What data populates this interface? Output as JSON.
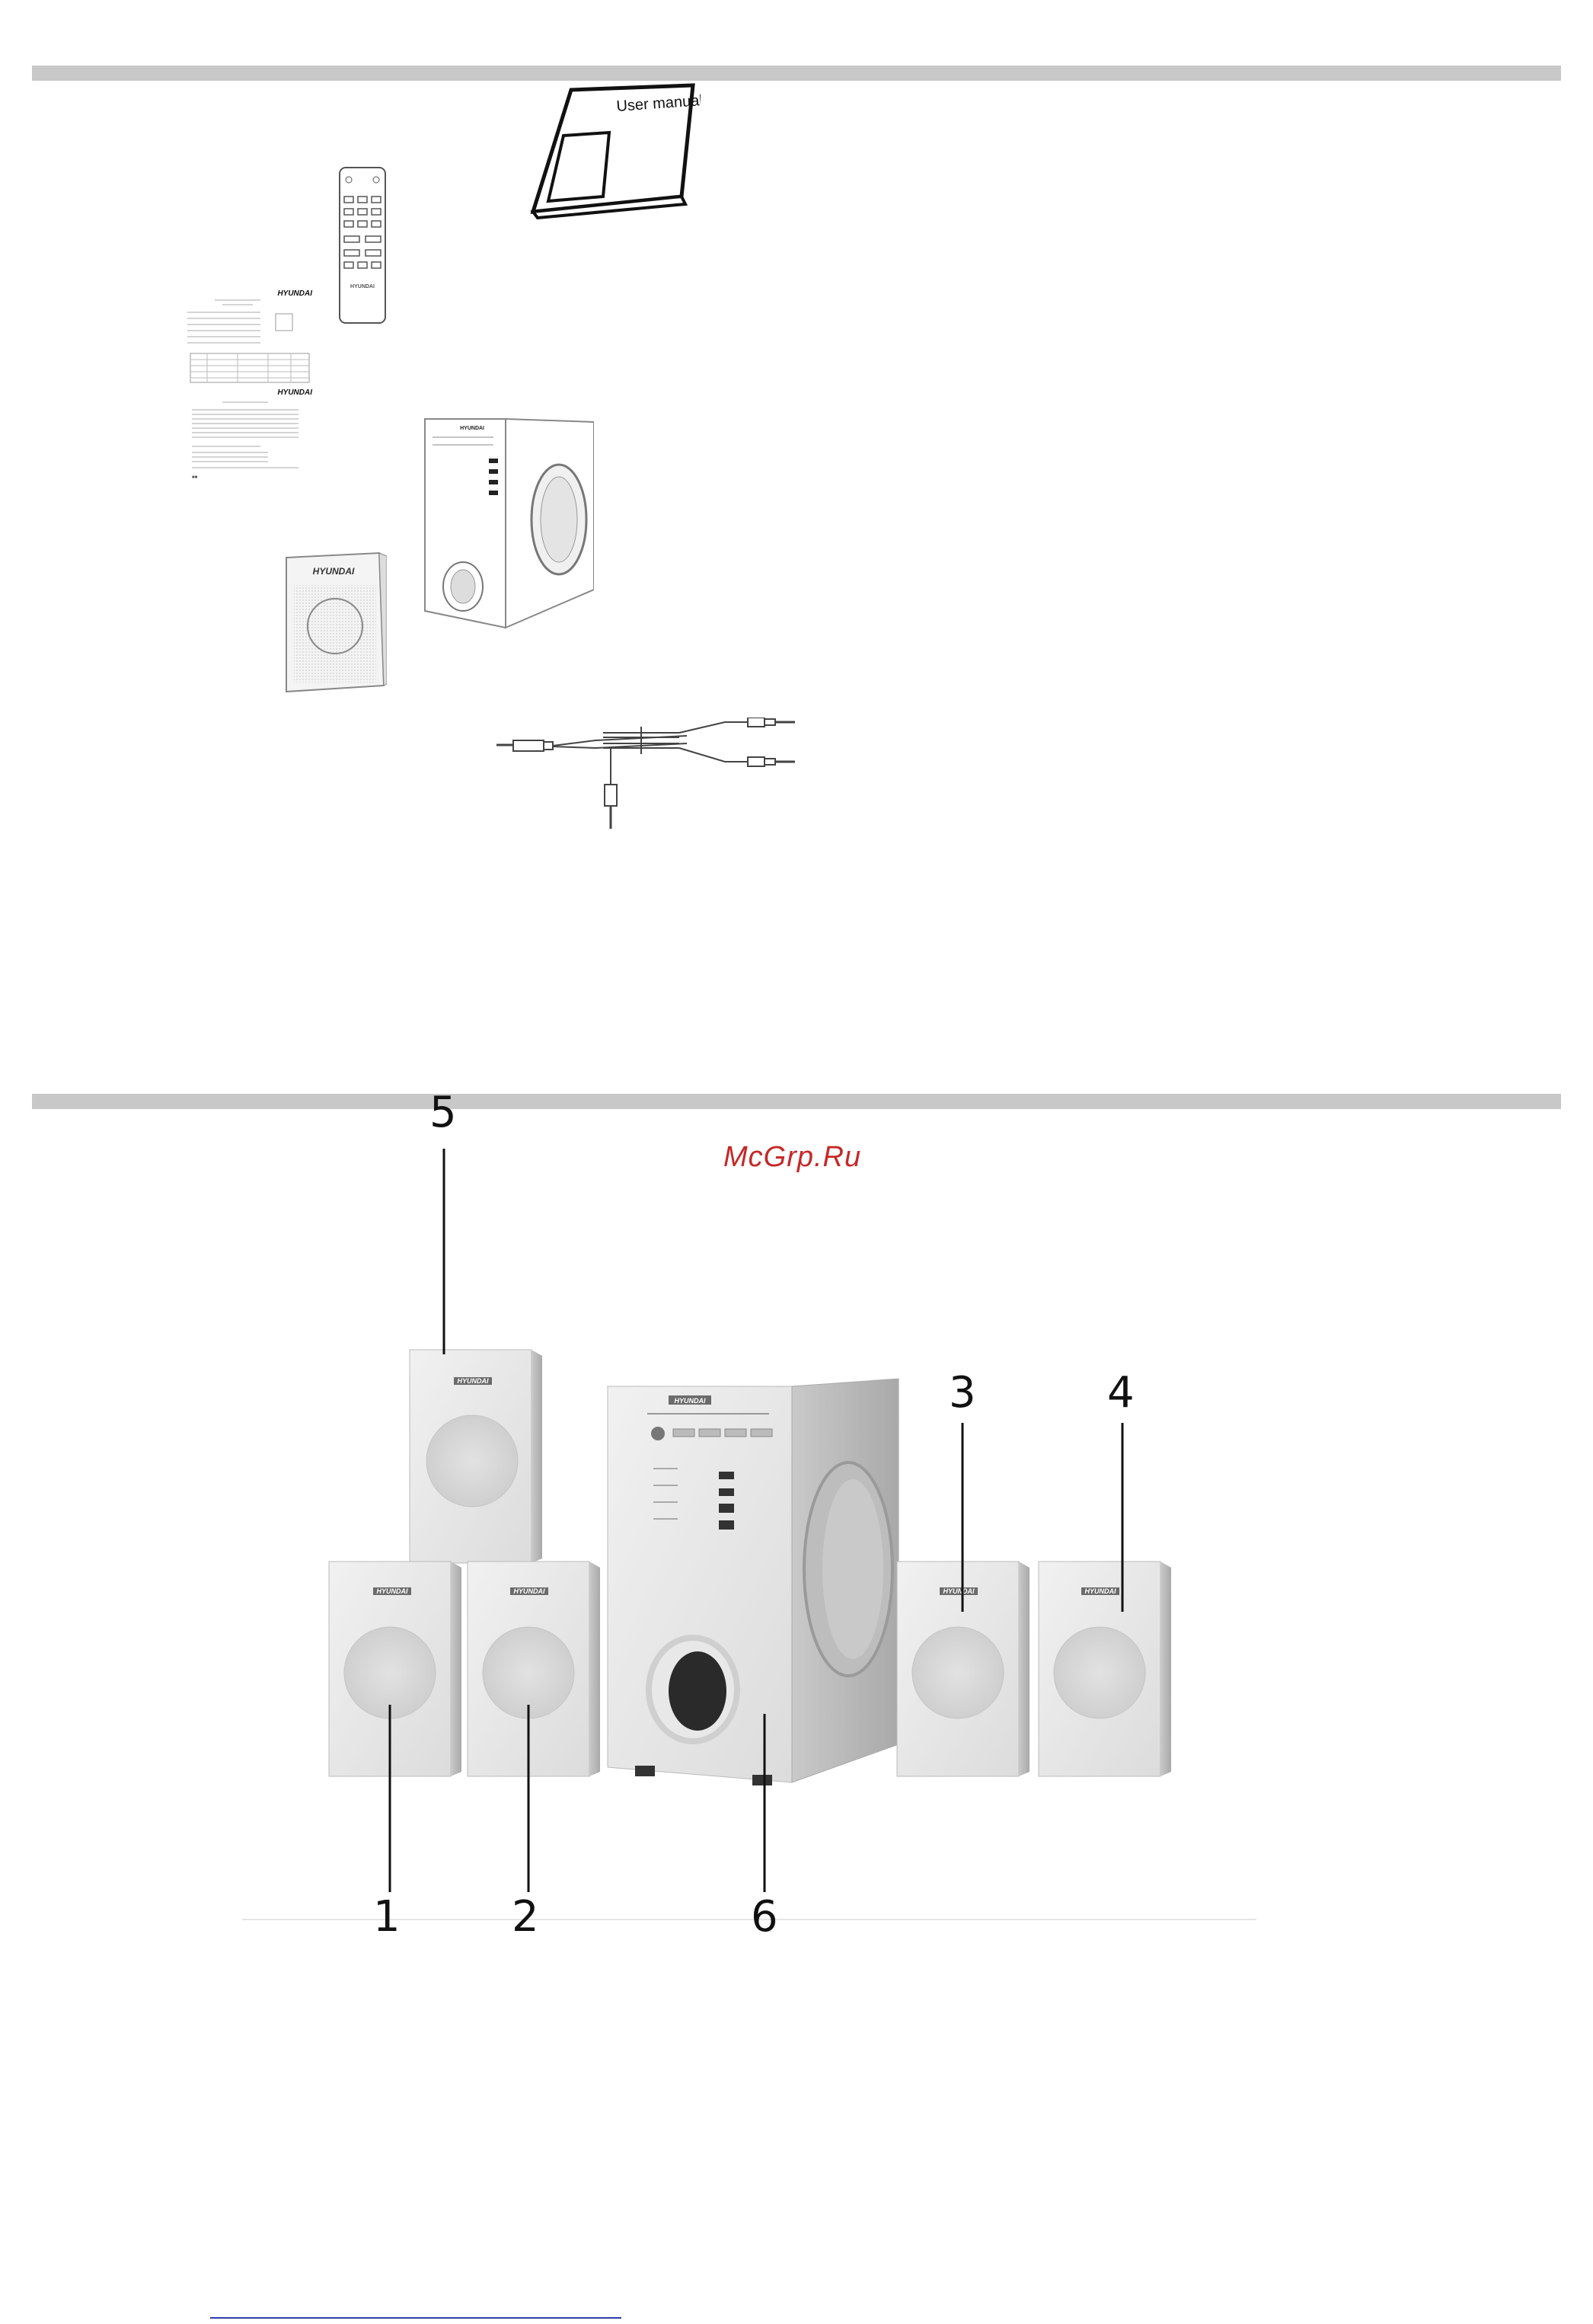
{
  "page": {
    "watermark": "McGrp.Ru"
  },
  "brand": "HYUNDAI",
  "manual_cover_title": "User manual",
  "callouts": {
    "c1": "1",
    "c2": "2",
    "c3": "3",
    "c4": "4",
    "c5": "5",
    "c6": "6"
  }
}
